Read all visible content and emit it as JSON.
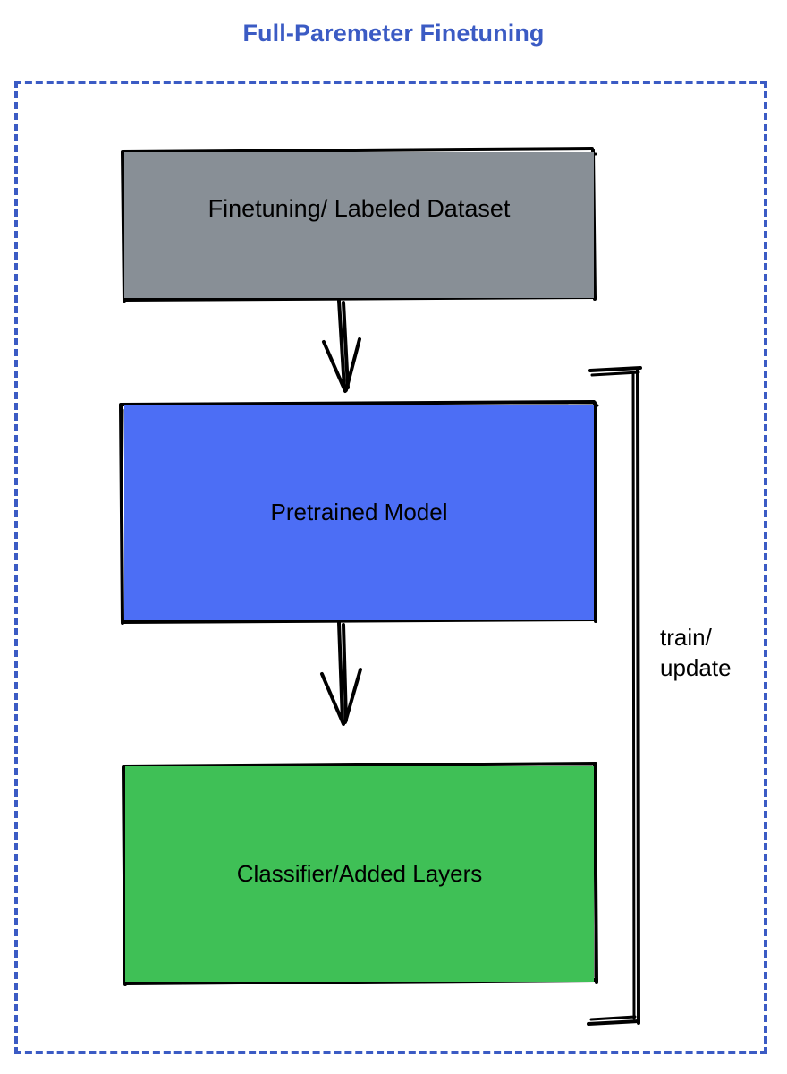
{
  "diagram": {
    "title": "Full-Paremeter Finetuning",
    "title_color": "#3b5bc4",
    "frame": {
      "style": "dashed",
      "color": "#3b5bc4"
    },
    "nodes": [
      {
        "id": "dataset",
        "label": "Finetuning/ Labeled Dataset",
        "fill": "#888f96",
        "stroke": "#000000",
        "shape": "rectangle"
      },
      {
        "id": "pretrained",
        "label": "Pretrained Model",
        "fill": "#4c6ef5",
        "stroke": "#000000",
        "shape": "rectangle"
      },
      {
        "id": "classifier",
        "label": "Classifier/Added Layers",
        "fill": "#3fc056",
        "stroke": "#000000",
        "shape": "rectangle"
      }
    ],
    "edges": [
      {
        "id": "dataset-to-pretrained",
        "from": "dataset",
        "to": "pretrained",
        "label": "",
        "arrow": "down"
      },
      {
        "id": "pretrained-to-classifier",
        "from": "pretrained",
        "to": "classifier",
        "label": "",
        "arrow": "down"
      },
      {
        "id": "feedback-loop",
        "from": "classifier",
        "to": "pretrained",
        "label": "train/\nupdate",
        "arrow": "none"
      }
    ]
  }
}
